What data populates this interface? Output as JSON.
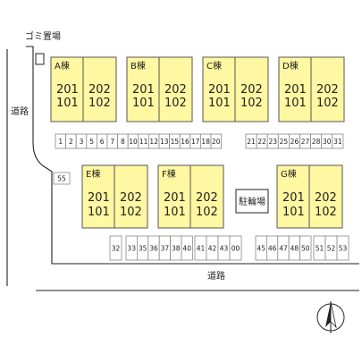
{
  "labels": {
    "garbage": "ゴミ置場",
    "road_left": "道路",
    "road_bottom": "道路",
    "bicycle": "駐輪場"
  },
  "colors": {
    "building_fill": "#fff7a1",
    "stall_fill": "#ffffff",
    "line": "#222222"
  },
  "buildings": [
    {
      "name": "A棟",
      "rooms": [
        "201",
        "202",
        "101",
        "102"
      ]
    },
    {
      "name": "B棟",
      "rooms": [
        "201",
        "202",
        "101",
        "102"
      ]
    },
    {
      "name": "C棟",
      "rooms": [
        "201",
        "202",
        "101",
        "102"
      ]
    },
    {
      "name": "D棟",
      "rooms": [
        "201",
        "202",
        "101",
        "102"
      ]
    },
    {
      "name": "E棟",
      "rooms": [
        "201",
        "202",
        "101",
        "102"
      ]
    },
    {
      "name": "F棟",
      "rooms": [
        "201",
        "202",
        "101",
        "102"
      ]
    },
    {
      "name": "G棟",
      "rooms": [
        "201",
        "202",
        "101",
        "102"
      ]
    }
  ],
  "parking": {
    "row1_left": [
      "1",
      "2",
      "3",
      "5",
      "6",
      "7",
      "8",
      "10",
      "11",
      "12",
      "13",
      "15",
      "16",
      "17",
      "18",
      "20"
    ],
    "row1_right": [
      "21",
      "22",
      "23",
      "25",
      "26",
      "27",
      "28",
      "30",
      "31"
    ],
    "side": [
      "55"
    ],
    "row2_a": [
      "32"
    ],
    "row2_b": [
      "33",
      "35",
      "36",
      "37",
      "38",
      "40"
    ],
    "row2_c": [
      "41",
      "42",
      "43",
      "00"
    ],
    "row2_d": [
      "45",
      "46",
      "47",
      "48",
      "50"
    ],
    "row2_e": [
      "51",
      "52",
      "53"
    ]
  },
  "compass": {
    "direction": "north"
  }
}
